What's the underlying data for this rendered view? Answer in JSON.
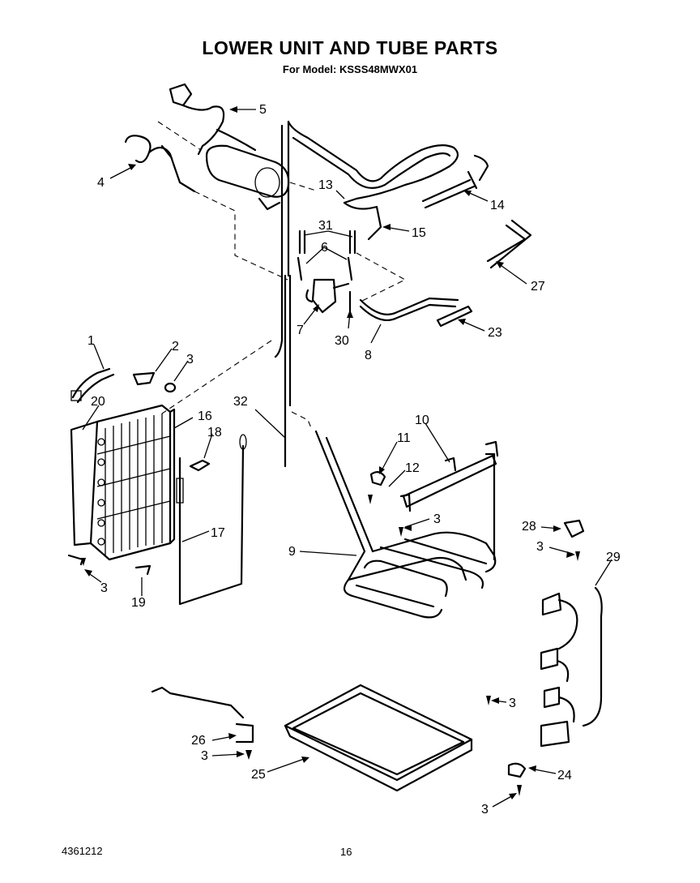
{
  "header": {
    "title": "LOWER UNIT AND TUBE PARTS",
    "subtitle": "For Model: KSSS48MWX01"
  },
  "footer": {
    "doc_number": "4361212",
    "page_number": "16"
  },
  "callouts": {
    "c1": "1",
    "c2": "2",
    "c3a": "3",
    "c4": "4",
    "c5": "5",
    "c6": "6",
    "c7": "7",
    "c8": "8",
    "c9": "9",
    "c10": "10",
    "c11": "11",
    "c12": "12",
    "c3b": "3",
    "c13": "13",
    "c14": "14",
    "c15": "15",
    "c16": "16",
    "c17": "17",
    "c18": "18",
    "c19": "19",
    "c20": "20",
    "c3c": "3",
    "c23": "23",
    "c24": "24",
    "c25": "25",
    "c26": "26",
    "c3d": "3",
    "c27": "27",
    "c28": "28",
    "c3e": "3",
    "c29": "29",
    "c3f": "3",
    "c3g": "3",
    "c30": "30",
    "c31": "31",
    "c32": "32"
  }
}
